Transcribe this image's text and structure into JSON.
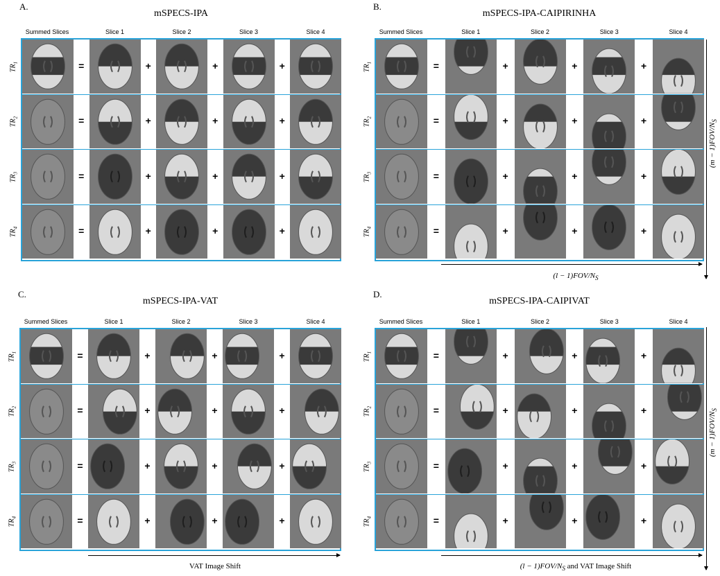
{
  "panels": [
    {
      "letter": "A.",
      "title": "mSPECS-IPA"
    },
    {
      "letter": "B.",
      "title": "mSPECS-IPA-CAIPIRINHA"
    },
    {
      "letter": "C.",
      "title": "mSPECS-IPA-VAT"
    },
    {
      "letter": "D.",
      "title": "mSPECS-IPA-CAIPIVAT"
    }
  ],
  "column_headers": [
    "Summed Slices",
    "Slice 1",
    "Slice 2",
    "Slice 3",
    "Slice 4"
  ],
  "row_labels": [
    "TR",
    "TR",
    "TR",
    "TR"
  ],
  "row_subscripts": [
    "1",
    "2",
    "3",
    "4"
  ],
  "operators": {
    "equals": "=",
    "plus": "+"
  },
  "axis_labels": {
    "b_horizontal": "(l − 1)FOV/N",
    "b_horizontal_sub": "S",
    "b_vertical": "(m − 1)FOV/N",
    "b_vertical_sub": "S",
    "c_horizontal": "VAT Image Shift",
    "d_horizontal": "(l − 1)FOV/N",
    "d_horizontal_sub": "S",
    "d_horizontal_suffix": " and VAT Image Shift",
    "d_vertical": "(m − 1)FOV/N",
    "d_vertical_sub": "S"
  },
  "colors": {
    "frame": "#29a3d9",
    "cell_bg": "#7a7a7a",
    "brain_light": "#d9d9d9",
    "brain_dark": "#3a3a3a"
  }
}
